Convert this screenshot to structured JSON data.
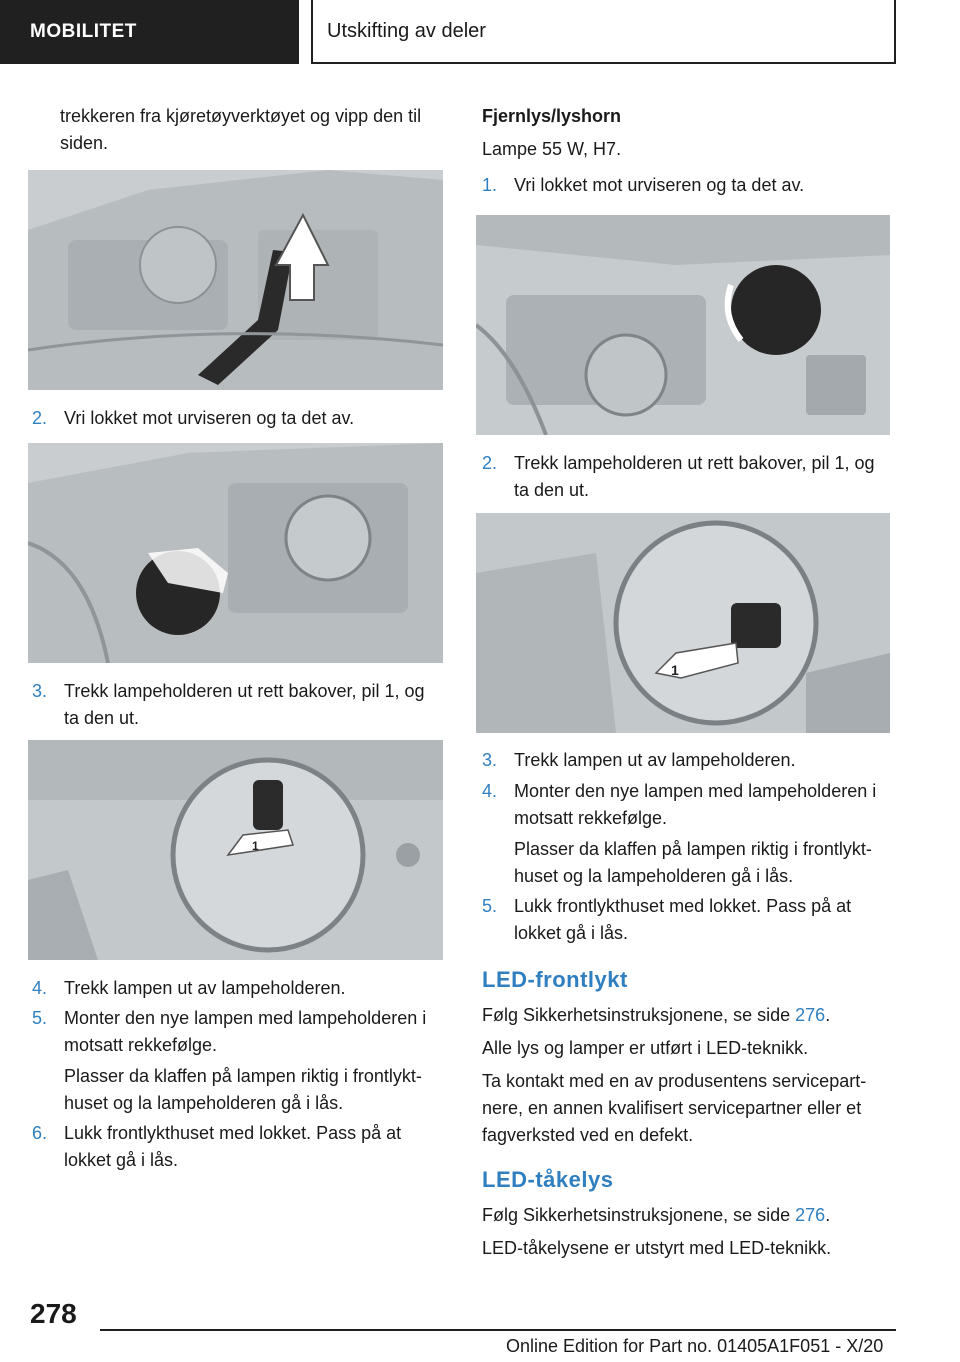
{
  "header": {
    "section": "MOBILITET",
    "title": "Utskifting av deler"
  },
  "left": {
    "intro_line1": "trekkeren fra kjøretøyverktøyet og vipp den til",
    "intro_line2": "siden.",
    "steps": [
      {
        "num": "2.",
        "line1": "Vri lokket mot urviseren og ta det av.",
        "line2": ""
      },
      {
        "num": "3.",
        "line1": "Trekk lampeholderen ut rett bakover, pil 1, og",
        "line2": "ta den ut."
      },
      {
        "num": "4.",
        "line1": "Trekk lampen ut av lampeholderen.",
        "line2": ""
      },
      {
        "num": "5.",
        "line1": "Monter den nye lampen med lampeholderen i",
        "line2": "motsatt rekkefølge."
      },
      {
        "num": "6.",
        "line1": "Lukk frontlykthuset med lokket. Pass på at",
        "line2": "lokket gå i lås."
      }
    ],
    "note_line1": "Plasser da klaffen på lampen riktig i frontlykt-",
    "note_line2": "huset og la lampeholderen gå i lås.",
    "fig_label": "1"
  },
  "right": {
    "heading": "Fjernlys/lyshorn",
    "lamp": "Lampe 55 W, H7.",
    "steps": [
      {
        "num": "1.",
        "line1": "Vri lokket mot urviseren og ta det av.",
        "line2": ""
      },
      {
        "num": "2.",
        "line1": "Trekk lampeholderen ut rett bakover, pil 1, og",
        "line2": "ta den ut."
      },
      {
        "num": "3.",
        "line1": "Trekk lampen ut av lampeholderen.",
        "line2": ""
      },
      {
        "num": "4.",
        "line1": "Monter den nye lampen med lampeholderen i",
        "line2": "motsatt rekkefølge."
      },
      {
        "num": "5.",
        "line1": "Lukk frontlykthuset med lokket. Pass på at",
        "line2": "lokket gå i lås."
      }
    ],
    "note_line1": "Plasser da klaffen på lampen riktig i frontlykt-",
    "note_line2": "huset og la lampeholderen gå i lås.",
    "fig_label": "1",
    "led_front": {
      "heading": "LED-frontlykt",
      "safety_prefix": "Følg Sikkerhetsinstruksjonene, se side ",
      "safety_page": "276",
      "safety_suffix": ".",
      "line_a": "Alle lys og lamper er utført i LED-teknikk.",
      "para_1": "Ta kontakt med en av produsentens servicepart-",
      "para_2": "nere, en annen kvalifisert servicepartner eller et",
      "para_3": "fagverksted ved en defekt."
    },
    "led_fog": {
      "heading": "LED-tåkelys",
      "safety_prefix": "Følg Sikkerhetsinstruksjonene, se side ",
      "safety_page": "276",
      "safety_suffix": ".",
      "line_a": "LED-tåkelysene er utstyrt med LED-teknikk."
    }
  },
  "footer": {
    "page_number": "278",
    "edition": "Online Edition for Part no. 01405A1F051 - X/20"
  }
}
